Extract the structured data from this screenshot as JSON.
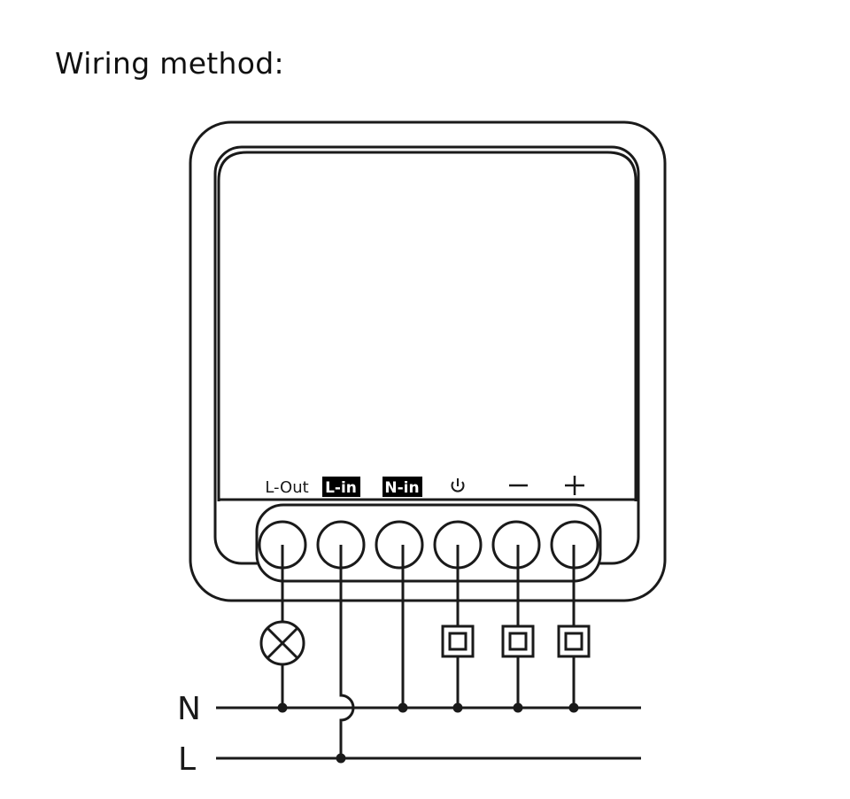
{
  "title": "Wiring method:",
  "terminals": {
    "l_out": "L-Out",
    "l_in": "L-in",
    "n_in": "N-in",
    "power": "⏻",
    "minus": "−",
    "plus": "+"
  },
  "lines": {
    "neutral": "N",
    "live": "L"
  },
  "colors": {
    "stroke": "#1a1a1a",
    "badge_bg": "#000000",
    "badge_text": "#ffffff",
    "background": "#ffffff"
  }
}
